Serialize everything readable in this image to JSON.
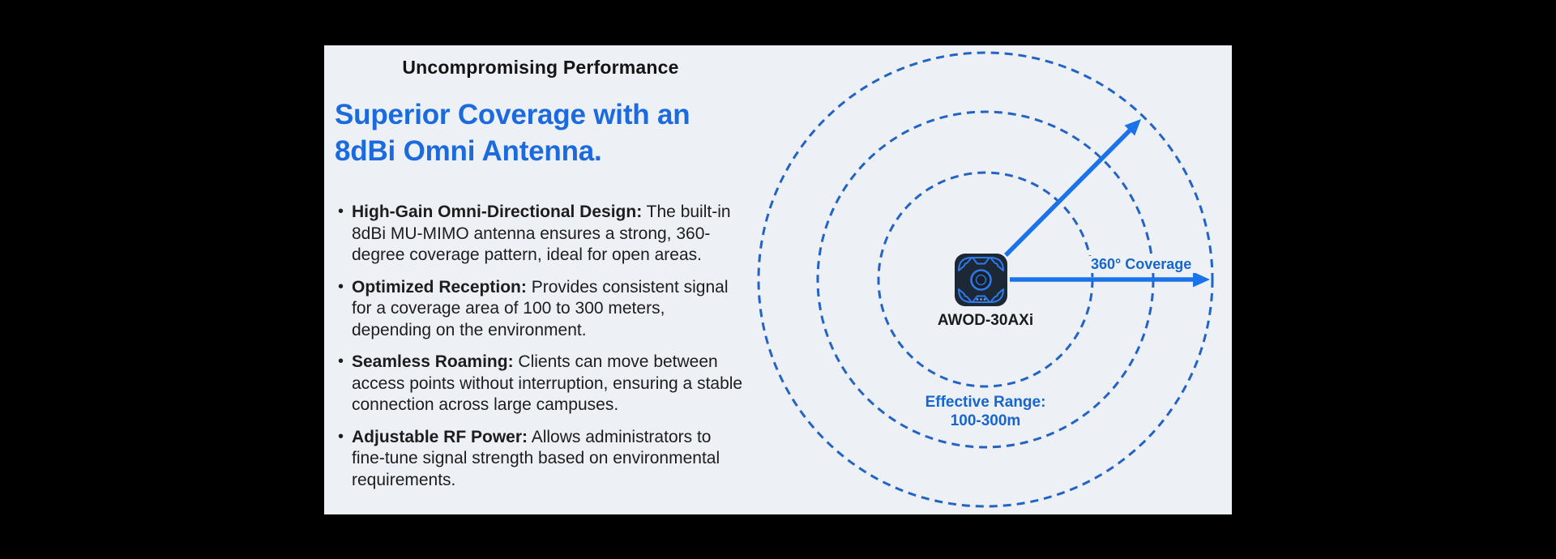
{
  "slide": {
    "eyebrow": "Uncompromising Performance",
    "heading_line1": "Superior Coverage with an",
    "heading_line2": "8dBi Omni Antenna.",
    "colors": {
      "accent_heading": "#1b6ade",
      "panel_bg": "#edf0f5",
      "circle": "#2363c4",
      "arrow": "#1a73e8",
      "diagram_label": "#1766cd",
      "body_text": "#1d1d1d"
    }
  },
  "bullets": [
    {
      "lead": "High-Gain Omni-Directional Design:",
      "text": "The built-in 8dBi MU-MIMO antenna ensures a strong, 360-degree coverage pattern, ideal for open areas."
    },
    {
      "lead": "Optimized Reception:",
      "text": "Provides consistent signal for a coverage area of 100 to 300 meters, depending on the environment."
    },
    {
      "lead": "Seamless Roaming:",
      "text": "Clients can move between access points without interruption, ensuring a stable connection across large campuses."
    },
    {
      "lead": "Adjustable RF Power:",
      "text": "Allows administrators to fine-tune signal strength based on environmental requirements."
    }
  ],
  "diagram": {
    "device_label": "AWOD-30AXi",
    "coverage_label": "360° Coverage",
    "range_line1": "Effective Range:",
    "range_line2": "100-300m"
  }
}
